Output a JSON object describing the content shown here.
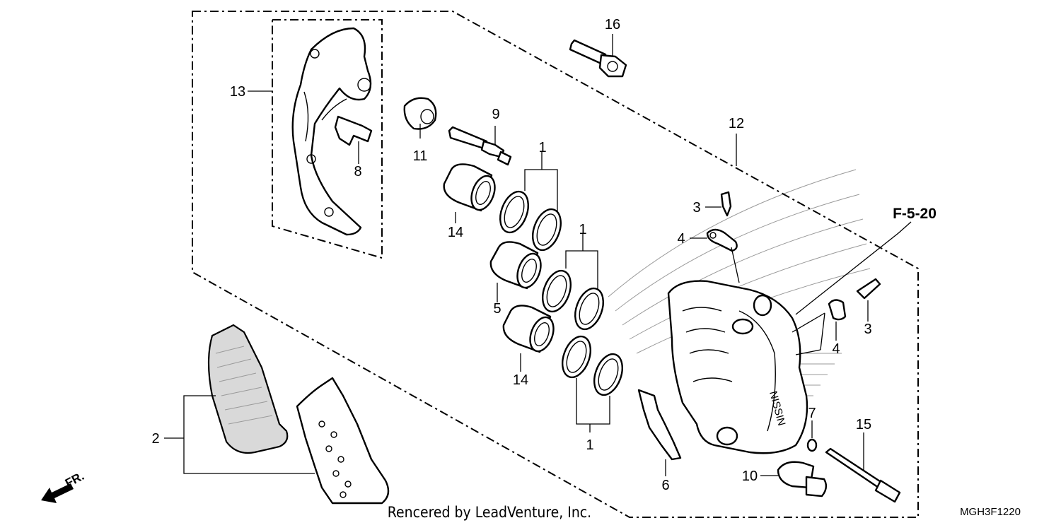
{
  "callouts": {
    "c1a": "1",
    "c1b": "1",
    "c1c": "1",
    "c2": "2",
    "c3a": "3",
    "c3b": "3",
    "c4a": "4",
    "c4b": "4",
    "c5": "5",
    "c6": "6",
    "c7": "7",
    "c8": "8",
    "c9": "9",
    "c10": "10",
    "c11": "11",
    "c12": "12",
    "c13": "13",
    "c14a": "14",
    "c14b": "14",
    "c15": "15",
    "c16": "16"
  },
  "reference_label": "F-5-20",
  "credit": "Rencered by LeadVenture, Inc.",
  "diagram_code": "MGH3F1220",
  "front_arrow_label": "FR.",
  "caliper_text": "NISSIN",
  "colors": {
    "line": "#000000",
    "watermark": "#9a9a9a",
    "pad_fill": "#d9d9d9"
  }
}
